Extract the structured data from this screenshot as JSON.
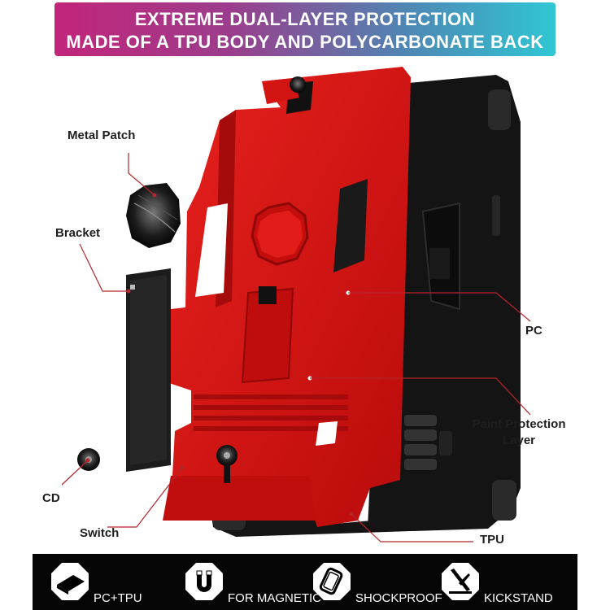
{
  "banner": {
    "line1": "EXTREME DUAL-LAYER PROTECTION",
    "line2": "MADE OF A TPU BODY AND POLYCARBONATE BACK"
  },
  "callouts": {
    "metal_patch": "Metal Patch",
    "bracket": "Bracket",
    "cd": "CD",
    "switch": "Switch",
    "pc": "PC",
    "paint_protection_line1": "Paint Protection",
    "paint_protection_line2": "Layer",
    "tpu": "TPU"
  },
  "features": [
    {
      "label": "PC+TPU",
      "icon": "layers-icon"
    },
    {
      "label": "FOR MAGNETIC",
      "icon": "magnet-icon"
    },
    {
      "label": "SHOCKPROOF",
      "icon": "shockproof-icon"
    },
    {
      "label": "KICKSTAND",
      "icon": "kickstand-icon"
    }
  ],
  "colors": {
    "case_red": "#d81212",
    "tpu_black": "#141414",
    "callout_line": "#b3262a"
  }
}
